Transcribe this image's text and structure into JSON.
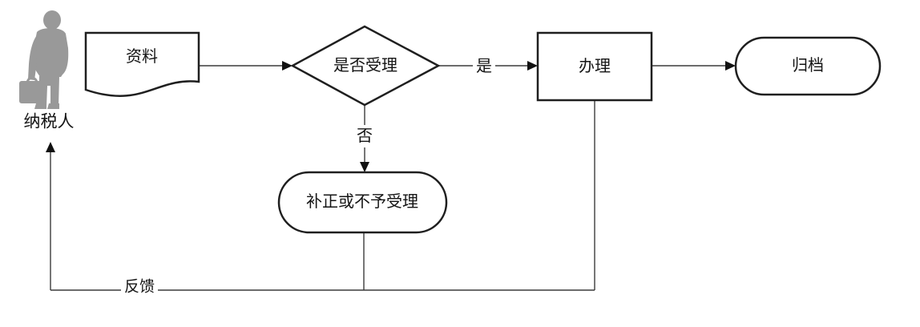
{
  "diagram": {
    "type": "flowchart",
    "nodes": {
      "taxpayer": {
        "label": "纳税人",
        "shape": "actor"
      },
      "document": {
        "label": "资料",
        "shape": "document"
      },
      "decision": {
        "label": "是否受理",
        "shape": "diamond"
      },
      "process": {
        "label": "办理",
        "shape": "rectangle"
      },
      "archive": {
        "label": "归档",
        "shape": "stadium"
      },
      "correction": {
        "label": "补正或不予受理",
        "shape": "stadium"
      }
    },
    "edges": {
      "yes": {
        "label": "是",
        "from": "decision",
        "to": "process"
      },
      "no": {
        "label": "否",
        "from": "decision",
        "to": "correction"
      },
      "feedback": {
        "label": "反馈",
        "from": "process",
        "to": "taxpayer"
      }
    },
    "icons": {
      "taxpayer_icon": "person-with-briefcase"
    },
    "colors": {
      "background": "#ffffff",
      "shape_border": "#1f1f1f",
      "connector": "#3c3c3c",
      "arrowhead": "#111111",
      "text": "#141414",
      "person_fill": "#999999"
    }
  }
}
